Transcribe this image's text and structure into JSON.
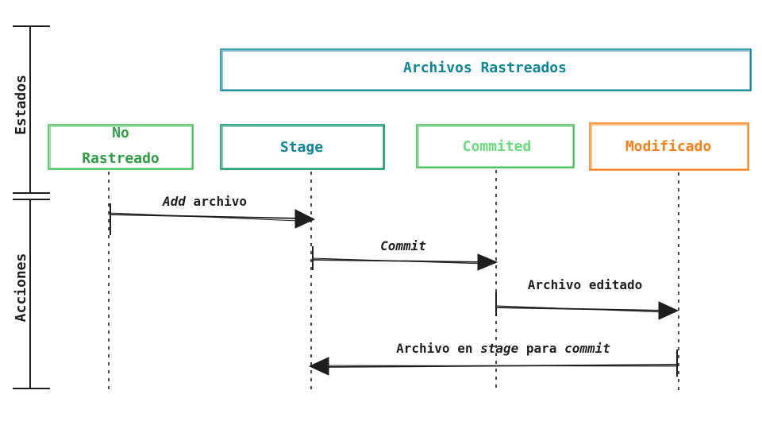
{
  "side_labels": {
    "estados": "Estados",
    "acciones": "Acciones"
  },
  "tracked_group": {
    "label": "Archivos Rastreados",
    "color": "#0c8599"
  },
  "states": [
    {
      "id": "no-rastreado",
      "line1": "No",
      "line2": "Rastreado",
      "color": "#40c057",
      "text_color": "#2f9e44"
    },
    {
      "id": "stage",
      "line1": "Stage",
      "color": "#099268",
      "text_color": "#0c8599"
    },
    {
      "id": "commited",
      "line1": "Commited",
      "color": "#40c057",
      "text_color": "#69db7c"
    },
    {
      "id": "modificado",
      "line1": "Modificado",
      "color": "#fd7e14",
      "text_color": "#fd7e14"
    }
  ],
  "actions": [
    {
      "from": "No Rastreado",
      "to": "Stage",
      "parts": [
        {
          "text": "Add",
          "italic": true
        },
        {
          "text": " archivo",
          "italic": false
        }
      ]
    },
    {
      "from": "Stage",
      "to": "Commited",
      "parts": [
        {
          "text": "Commit",
          "italic": true
        }
      ]
    },
    {
      "from": "Commited",
      "to": "Modificado",
      "parts": [
        {
          "text": "Archivo editado",
          "italic": false
        }
      ]
    },
    {
      "from": "Modificado",
      "to": "Stage",
      "parts": [
        {
          "text": "Archivo en ",
          "italic": false
        },
        {
          "text": "stage",
          "italic": true
        },
        {
          "text": " para ",
          "italic": false
        },
        {
          "text": "commit",
          "italic": true
        }
      ]
    }
  ],
  "colors": {
    "ink": "#1e1e1e"
  }
}
